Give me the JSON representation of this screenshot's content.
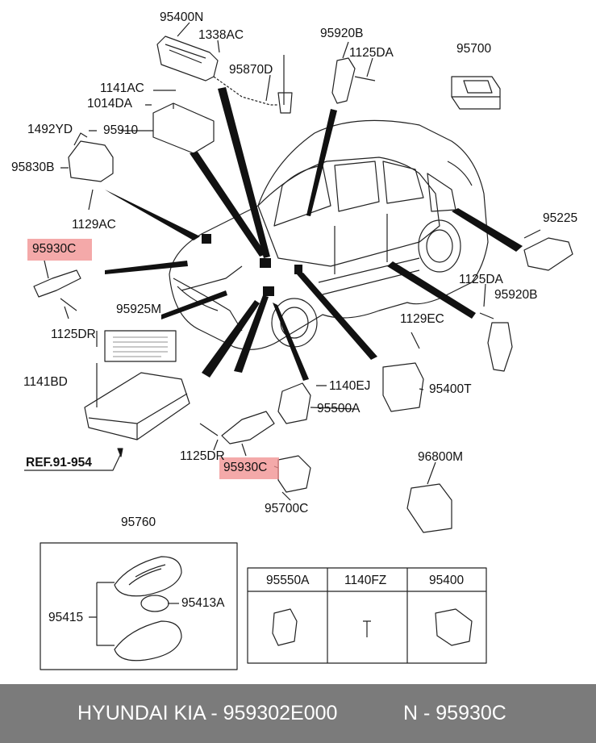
{
  "labels": {
    "p95400N": "95400N",
    "p1338AC": "1338AC",
    "p95920B_top": "95920B",
    "p95700": "95700",
    "p1125DA_top": "1125DA",
    "p95870D": "95870D",
    "p1141AC": "1141AC",
    "p1014DA": "1014DA",
    "p1492YD": "1492YD",
    "p95910": "95910",
    "p95830B": "95830B",
    "p1129AC": "1129AC",
    "p95225": "95225",
    "p95930C_left": "95930C",
    "p1125DA_right": "1125DA",
    "p95920B_right": "95920B",
    "p95925M": "95925M",
    "p1125DR_left": "1125DR",
    "p1129EC": "1129EC",
    "p1141BD": "1141BD",
    "p1140EJ": "1140EJ",
    "p95400T": "95400T",
    "p95500A": "95500A",
    "ref": "REF.91-954",
    "p1125DR_mid": "1125DR",
    "p95930C_mid": "95930C",
    "p96800M": "96800M",
    "p95700C": "95700C",
    "p95760": "95760",
    "p95415": "95415",
    "p95413A": "95413A"
  },
  "table": {
    "headers": [
      "95550A",
      "1140FZ",
      "95400"
    ]
  },
  "footer": {
    "brand": "HYUNDAI  KIA - 959302E000",
    "ref": "N - 95930C"
  },
  "colors": {
    "highlight": "#f08c8c",
    "footer_bg": "#7b7b7b",
    "line": "#111111"
  }
}
